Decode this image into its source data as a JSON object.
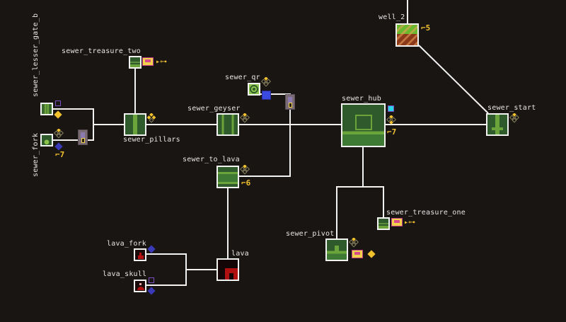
{
  "title": "sewer map graph",
  "colors": {
    "background": "#181513",
    "edge": "#f2f2f2",
    "label": "#e6e6e6",
    "sewer_room": "#2f5a2c",
    "lava_room": "#1a0a0a",
    "gold": "#f2c12e",
    "blue_gem": "#3a3ab8",
    "purple": "#7a4ec0",
    "cyan": "#2ad4e8"
  },
  "nodes": [
    {
      "id": "sewer_lesser_gate_b",
      "label": "sewer_lesser_gate_b",
      "icons": [
        "purple-switch-icon",
        "gold-diamond-icon"
      ]
    },
    {
      "id": "sewer_fork",
      "label": "sewer_fork",
      "icons": [
        "gems-icon",
        "blue-diamond-icon",
        "key-count-icon"
      ],
      "count": "7"
    },
    {
      "id": "sewer_treasure_two",
      "label": "sewer_treasure_two",
      "icons": [
        "chest-icon",
        "key-icon"
      ]
    },
    {
      "id": "sewer_pillars",
      "label": "sewer_pillars",
      "icons": [
        "gems-icon"
      ]
    },
    {
      "id": "sewer_qr",
      "label": "sewer_qr",
      "icons": [
        "gems-icon",
        "blue-block-icon"
      ]
    },
    {
      "id": "sewer_geyser",
      "label": "sewer_geyser",
      "icons": [
        "gems-icon"
      ]
    },
    {
      "id": "sewer_to_lava",
      "label": "sewer_to_lava",
      "icons": [
        "gems-icon",
        "key-count-icon"
      ],
      "count": "6"
    },
    {
      "id": "sewer_hub",
      "label": "sewer_hub",
      "icons": [
        "cyan-switch-icon",
        "gems-icon",
        "key-count-icon"
      ],
      "count": "7"
    },
    {
      "id": "well_2",
      "label": "well_2",
      "icons": [
        "key-count-icon"
      ],
      "count": "5"
    },
    {
      "id": "sewer_start",
      "label": "sewer_start",
      "icons": [
        "gems-icon"
      ]
    },
    {
      "id": "sewer_treasure_one",
      "label": "sewer_treasure_one",
      "icons": [
        "chest-icon",
        "key-icon"
      ]
    },
    {
      "id": "sewer_pivot",
      "label": "sewer_pivot",
      "icons": [
        "gems-icon",
        "chest-icon",
        "gold-diamond-icon"
      ]
    },
    {
      "id": "lava_fork",
      "label": "lava_fork",
      "icons": [
        "blue-diamond-icon"
      ]
    },
    {
      "id": "lava_skull",
      "label": "lava_skull",
      "icons": [
        "purple-switch-icon",
        "blue-diamond-icon"
      ]
    },
    {
      "id": "lava",
      "label": "lava",
      "icons": []
    }
  ],
  "locked_doors": [
    {
      "between": "sewer_fork -> sewer_pillars",
      "icon": "locked-door-icon"
    },
    {
      "between": "sewer_qr -> sewer_to_lava",
      "icon": "locked-door-icon"
    }
  ]
}
